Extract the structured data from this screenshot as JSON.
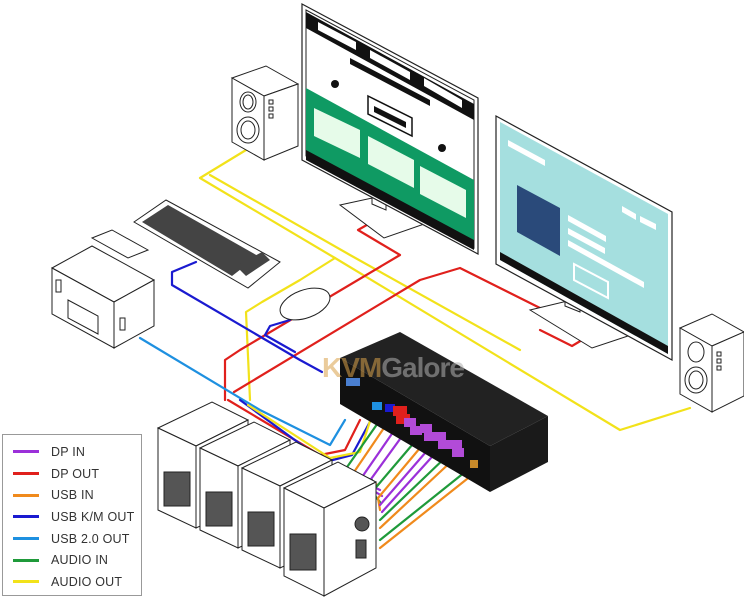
{
  "diagram": {
    "title": "KVM switch connection diagram",
    "watermark": {
      "part1": "KVM",
      "part2": "Galore"
    },
    "devices": [
      "speaker-left",
      "monitor-primary",
      "monitor-secondary",
      "speaker-right",
      "keyboard",
      "mouse",
      "printer",
      "kvm-switch",
      "computer-1",
      "computer-2",
      "computer-3",
      "computer-4"
    ],
    "colors": {
      "dp_in": "#9b30d9",
      "dp_out": "#e0201c",
      "usb_in": "#f08a1c",
      "usb_km_out": "#1a1ad0",
      "usb20_out": "#1e90e0",
      "audio_in": "#1f9a3a",
      "audio_out": "#f2e21a",
      "monitor1_green": "#0f9a63",
      "monitor2_screen": "#a5dfdf",
      "monitor2_block": "#2a4a7a"
    }
  },
  "legend": {
    "items": [
      {
        "label": "DP IN",
        "color": "#9b30d9"
      },
      {
        "label": "DP OUT",
        "color": "#e0201c"
      },
      {
        "label": "USB IN",
        "color": "#f08a1c"
      },
      {
        "label": "USB K/M OUT",
        "color": "#1a1ad0"
      },
      {
        "label": "USB 2.0 OUT",
        "color": "#1e90e0"
      },
      {
        "label": "AUDIO IN",
        "color": "#1f9a3a"
      },
      {
        "label": "AUDIO OUT",
        "color": "#f2e21a"
      }
    ]
  }
}
